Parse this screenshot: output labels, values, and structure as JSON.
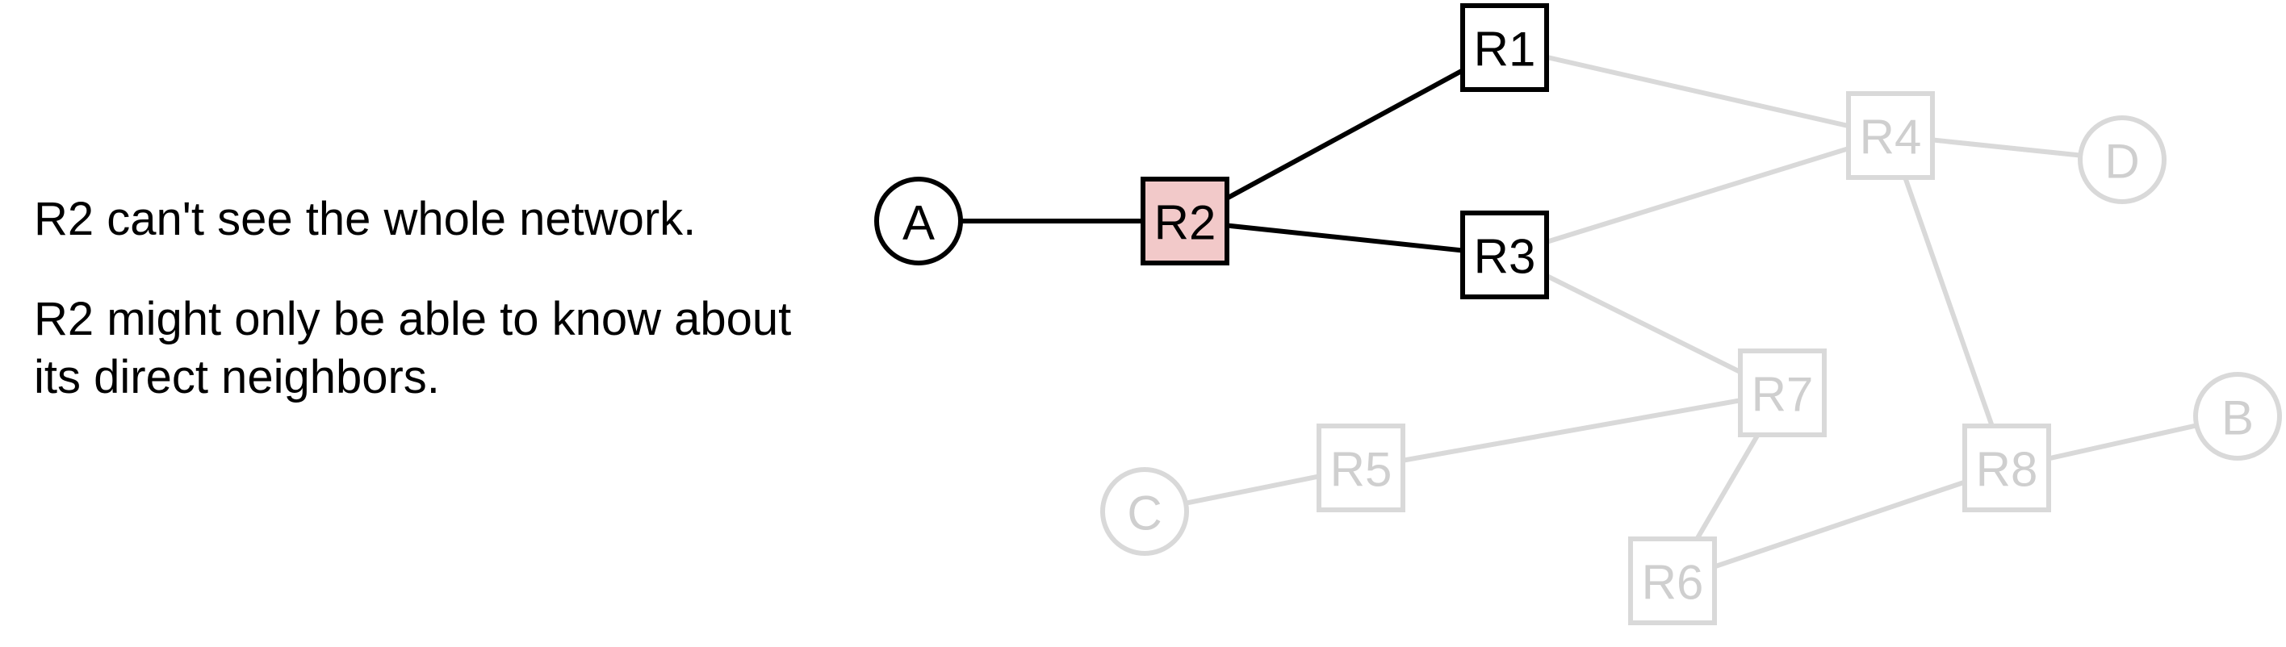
{
  "text": {
    "line1": "R2 can't see the whole network.",
    "line2": "R2 might only be able to know about its direct neighbors."
  },
  "colors": {
    "active_stroke": "#000000",
    "faded_stroke": "#d9d9d9",
    "faded_text": "#cfcfcf",
    "highlight_fill": "#f2c9c9",
    "background": "#ffffff"
  },
  "nodes": [
    {
      "id": "A",
      "label": "A",
      "shape": "circle",
      "state": "active"
    },
    {
      "id": "R2",
      "label": "R2",
      "shape": "router",
      "state": "highlighted"
    },
    {
      "id": "R1",
      "label": "R1",
      "shape": "router",
      "state": "active"
    },
    {
      "id": "R3",
      "label": "R3",
      "shape": "router",
      "state": "active"
    },
    {
      "id": "R4",
      "label": "R4",
      "shape": "router",
      "state": "faded"
    },
    {
      "id": "R5",
      "label": "R5",
      "shape": "router",
      "state": "faded"
    },
    {
      "id": "R6",
      "label": "R6",
      "shape": "router",
      "state": "faded"
    },
    {
      "id": "R7",
      "label": "R7",
      "shape": "router",
      "state": "faded"
    },
    {
      "id": "R8",
      "label": "R8",
      "shape": "router",
      "state": "faded"
    },
    {
      "id": "B",
      "label": "B",
      "shape": "circle",
      "state": "faded"
    },
    {
      "id": "C",
      "label": "C",
      "shape": "circle",
      "state": "faded"
    },
    {
      "id": "D",
      "label": "D",
      "shape": "circle",
      "state": "faded"
    }
  ],
  "edges": [
    {
      "from": "A",
      "to": "R2",
      "state": "active"
    },
    {
      "from": "R2",
      "to": "R1",
      "state": "active"
    },
    {
      "from": "R2",
      "to": "R3",
      "state": "active"
    },
    {
      "from": "R1",
      "to": "R4",
      "state": "faded"
    },
    {
      "from": "R3",
      "to": "R4",
      "state": "faded"
    },
    {
      "from": "R4",
      "to": "D",
      "state": "faded"
    },
    {
      "from": "R4",
      "to": "R8",
      "state": "faded"
    },
    {
      "from": "R3",
      "to": "R7",
      "state": "faded"
    },
    {
      "from": "R7",
      "to": "R5",
      "state": "faded"
    },
    {
      "from": "R7",
      "to": "R6",
      "state": "faded"
    },
    {
      "from": "R5",
      "to": "C",
      "state": "faded"
    },
    {
      "from": "R6",
      "to": "R8",
      "state": "faded"
    },
    {
      "from": "R8",
      "to": "B",
      "state": "faded"
    }
  ]
}
